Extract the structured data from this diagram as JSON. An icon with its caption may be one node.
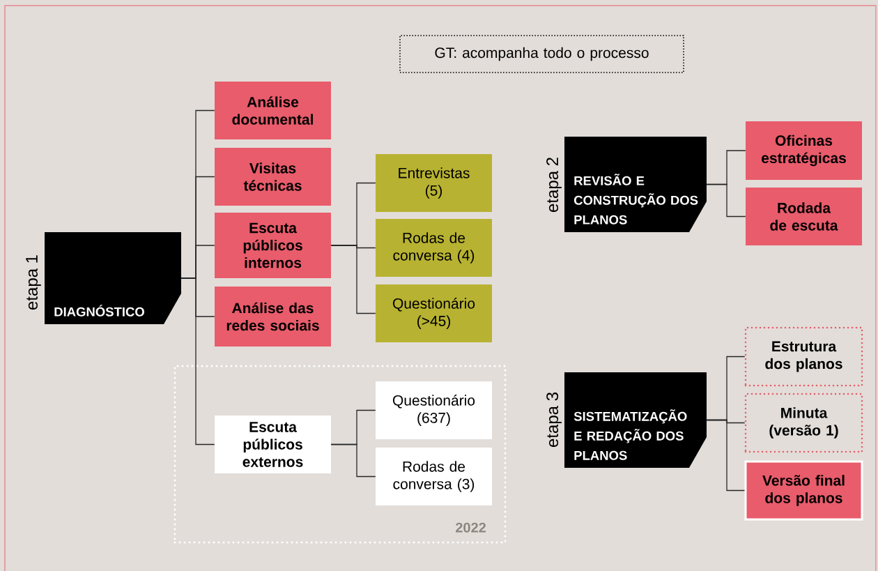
{
  "diagram": {
    "nodes": [
      {
        "text": [
          "GT: acompanha todo o processo"
        ]
      },
      {
        "text": [
          "DIAGNÓSTICO"
        ],
        "beside": [
          "etapa 1"
        ]
      },
      {
        "text": [
          "Análise documental"
        ]
      },
      {
        "text": [
          "Visitas técnicas"
        ]
      },
      {
        "text": [
          "Escuta públicos internos"
        ]
      },
      {
        "text": [
          "Entrevistas (5)"
        ]
      },
      {
        "text": [
          "Rodas de conversa (4)"
        ]
      },
      {
        "text": [
          "Questionário (>45)"
        ]
      },
      {
        "text": [
          "Análise das redes sociais"
        ]
      },
      {
        "text": [
          "2022"
        ]
      },
      {
        "text": [
          "Escuta públicos externos"
        ],
        "in": 9
      },
      {
        "text": [
          "Questionário (637)"
        ],
        "in": 9
      },
      {
        "text": [
          "Rodas de conversa (3)"
        ],
        "in": 9
      },
      {
        "text": [
          "REVISÃO E CONSTRUÇÃO DOS PLANOS"
        ],
        "beside": [
          "etapa 2"
        ]
      },
      {
        "text": [
          "Oficinas estratégicas"
        ]
      },
      {
        "text": [
          "Rodada de escuta"
        ]
      },
      {
        "text": [
          "SISTEMATIZAÇÃO E REDAÇÃO DOS PLANOS"
        ],
        "beside": [
          "etapa 3"
        ]
      },
      {
        "text": [
          "Estrutura dos planos"
        ]
      },
      {
        "text": [
          "Minuta (versão 1)"
        ]
      },
      {
        "text": [
          "Versão final dos planos"
        ]
      }
    ],
    "edges": [
      {
        "from": 1,
        "to": 2,
        "arrow": "none"
      },
      {
        "from": 1,
        "to": 3,
        "arrow": "none"
      },
      {
        "from": 1,
        "to": 4,
        "arrow": "none"
      },
      {
        "from": 1,
        "to": 8,
        "arrow": "none"
      },
      {
        "from": 1,
        "to": 10,
        "arrow": "none"
      },
      {
        "from": 4,
        "to": 5,
        "arrow": "none"
      },
      {
        "from": 4,
        "to": 6,
        "arrow": "none"
      },
      {
        "from": 4,
        "to": 7,
        "arrow": "none"
      },
      {
        "from": 10,
        "to": 11,
        "arrow": "none"
      },
      {
        "from": 10,
        "to": 12,
        "arrow": "none"
      },
      {
        "from": 13,
        "to": 14,
        "arrow": "none"
      },
      {
        "from": 13,
        "to": 15,
        "arrow": "none"
      },
      {
        "from": 16,
        "to": 17,
        "arrow": "none"
      },
      {
        "from": 16,
        "to": 18,
        "arrow": "none"
      },
      {
        "from": 16,
        "to": 19,
        "arrow": "none"
      }
    ]
  }
}
